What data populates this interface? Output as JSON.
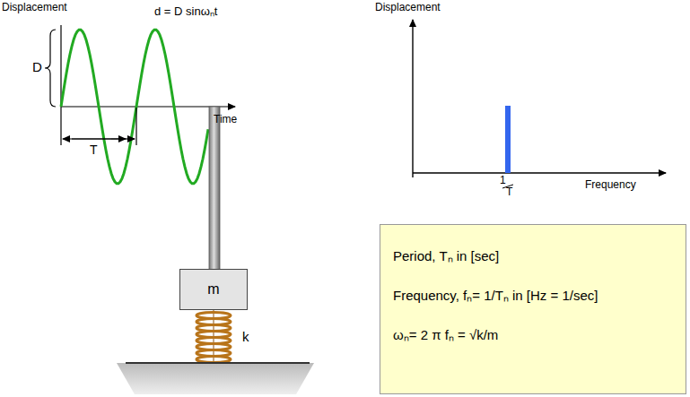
{
  "diagram": {
    "nodes": [
      {
        "text": [
          "m"
        ]
      },
      {
        "text": [
          "Period, Tₙ in [sec]",
          "Frequency, fₙ= 1/Tₙ in [Hz = 1/sec]",
          "ωₙ= 2 π fₙ = √k/m"
        ]
      }
    ],
    "labels": [
      "Displacement",
      "D",
      "d = D sinωₙt",
      "Time",
      "T",
      "k",
      "Displacement",
      "1",
      "T",
      "Frequency"
    ]
  }
}
